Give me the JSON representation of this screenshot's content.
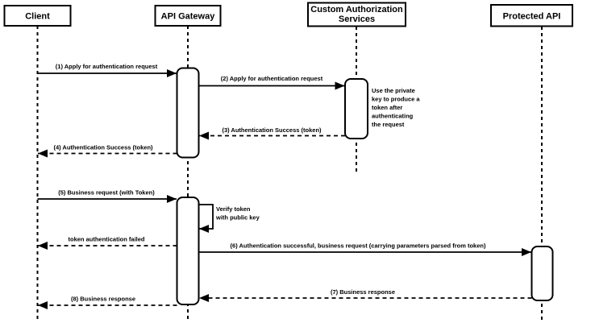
{
  "diagram": {
    "type": "uml-sequence",
    "colors": {
      "stroke": "#000000",
      "fill": "#ffffff",
      "background": "#ffffff",
      "text": "#000000"
    },
    "participants": [
      {
        "id": "client",
        "label": "Client",
        "lines": [
          "Client"
        ]
      },
      {
        "id": "api-gateway",
        "label": "API Gateway",
        "lines": [
          "API Gateway"
        ]
      },
      {
        "id": "custom-authorization-services",
        "label": "Custom Authorization Services",
        "lines": [
          "Custom Authorization",
          "Services"
        ]
      },
      {
        "id": "protected-api",
        "label": "Protected API",
        "lines": [
          "Protected API"
        ]
      }
    ],
    "messages": [
      {
        "label": "(1) Apply for authentication request",
        "from": "Client",
        "to": "API Gateway",
        "style": "solid"
      },
      {
        "label": "(2) Apply for authentication request",
        "from": "API Gateway",
        "to": "Custom Authorization Services",
        "style": "solid"
      },
      {
        "label": "(3) Authentication Success (token)",
        "from": "Custom Authorization Services",
        "to": "API Gateway",
        "style": "dashed"
      },
      {
        "label": "(4) Authentication Success (token)",
        "from": "API Gateway",
        "to": "Client",
        "style": "dashed"
      },
      {
        "label": "(5) Business request (with Token)",
        "from": "Client",
        "to": "API Gateway",
        "style": "solid"
      },
      {
        "label": "token authentication failed",
        "from": "API Gateway",
        "to": "Client",
        "style": "dashed"
      },
      {
        "label": "(6) Authentication successful, business request (carrying parameters parsed from token)",
        "from": "API Gateway",
        "to": "Protected API",
        "style": "solid"
      },
      {
        "label": "(7) Business response",
        "from": "Protected API",
        "to": "API Gateway",
        "style": "dashed"
      },
      {
        "label": "(8) Business response",
        "from": "API Gateway",
        "to": "Client",
        "style": "dashed"
      }
    ],
    "self_message": {
      "on": "API Gateway",
      "style": "solid",
      "lines": [
        "Verify token",
        "with public key"
      ]
    },
    "note": {
      "attached_to": "Custom Authorization Services",
      "lines": [
        "Use the private",
        "key to produce a",
        "token after",
        "authenticating",
        "the request"
      ]
    }
  }
}
